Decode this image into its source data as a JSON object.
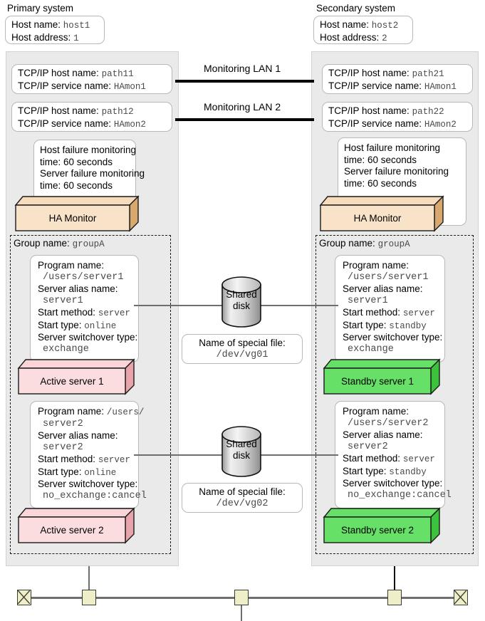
{
  "diagram": {
    "title": "HA Monitor cluster configuration diagram",
    "colors": {
      "panel_bg": "#eaeaea",
      "ha_monitor_fill": "#f6dcbd",
      "ha_monitor_side": "#d9a86f",
      "active_server_fill": "#f9d5d8",
      "active_server_side": "#e8a3ab",
      "standby_server_fill": "#66e066",
      "standby_server_side": "#3cc23c",
      "bus_tap_fill": "#eeeec8",
      "line": "#6e6e6e",
      "lan_line": "#000000"
    }
  },
  "primary": {
    "title": "Primary system",
    "host": {
      "name_label": "Host name:",
      "name_value": "host1",
      "address_label": "Host address:",
      "address_value": "1"
    },
    "paths": [
      {
        "host_label": "TCP/IP host name:",
        "host_value": "path11",
        "service_label": "TCP/IP service name:",
        "service_value": "HAmon1"
      },
      {
        "host_label": "TCP/IP host name:",
        "host_value": "path12",
        "service_label": "TCP/IP service name:",
        "service_value": "HAmon2"
      }
    ],
    "monitor": {
      "host_failure_line1": "Host failure monitoring",
      "host_failure_line2": "time: 60 seconds",
      "server_failure_line1": "Server failure monitoring",
      "server_failure_line2": "time: 60 seconds",
      "block_label": "HA Monitor"
    },
    "group": {
      "group_label": "Group name:",
      "group_value": "groupA",
      "servers": [
        {
          "program_label": "Program name:",
          "program_value": "/users/server1",
          "program_inline": false,
          "alias_label": "Server alias name:",
          "alias_value": "server1",
          "method_label": "Start method:",
          "method_value": "server",
          "type_label": "Start type:",
          "type_value": "online",
          "switchover_label": "Server switchover type:",
          "switchover_value": "exchange",
          "block_label": "Active server 1"
        },
        {
          "program_label": "Program name:",
          "program_value": "/users/",
          "program_value2": "server2",
          "program_inline": true,
          "alias_label": "Server alias name:",
          "alias_value": "server2",
          "method_label": "Start method:",
          "method_value": "server",
          "type_label": "Start type:",
          "type_value": "online",
          "switchover_label": "Server switchover type:",
          "switchover_value": "no_exchange:cancel",
          "block_label": "Active server 2"
        }
      ]
    }
  },
  "secondary": {
    "title": "Secondary system",
    "host": {
      "name_label": "Host name:",
      "name_value": "host2",
      "address_label": "Host address:",
      "address_value": "2"
    },
    "paths": [
      {
        "host_label": "TCP/IP host name:",
        "host_value": "path21",
        "service_label": "TCP/IP service name:",
        "service_value": "HAmon1"
      },
      {
        "host_label": "TCP/IP host name:",
        "host_value": "path22",
        "service_label": "TCP/IP service name:",
        "service_value": "HAmon2"
      }
    ],
    "monitor": {
      "host_failure_line1": "Host failure monitoring",
      "host_failure_line2": "time: 60 seconds",
      "server_failure_line1": "Server failure monitoring",
      "server_failure_line2": "time: 60 seconds",
      "block_label": "HA Monitor"
    },
    "group": {
      "group_label": "Group name:",
      "group_value": "groupA",
      "servers": [
        {
          "program_label": "Program name:",
          "program_value": "/users/server1",
          "program_inline": false,
          "alias_label": "Server alias name:",
          "alias_value": "server1",
          "method_label": "Start method:",
          "method_value": "server",
          "type_label": "Start type:",
          "type_value": "standby",
          "switchover_label": "Server switchover type:",
          "switchover_value": "exchange",
          "block_label": "Standby server 1"
        },
        {
          "program_label": "Program name:",
          "program_value": "/users/server2",
          "program_inline": false,
          "alias_label": "Server alias name:",
          "alias_value": "server2",
          "method_label": "Start method:",
          "method_value": "server",
          "type_label": "Start type:",
          "type_value": "standby",
          "switchover_label": "Server switchover type:",
          "switchover_value": "no_exchange:cancel",
          "block_label": "Standby server 2"
        }
      ]
    }
  },
  "monitoring_lans": [
    {
      "label": "Monitoring LAN 1"
    },
    {
      "label": "Monitoring LAN 2"
    }
  ],
  "shared_disks": [
    {
      "disk_line1": "Shared",
      "disk_line2": "disk",
      "special_file_label": "Name of special file:",
      "special_file_value": "/dev/vg01"
    },
    {
      "disk_line1": "Shared",
      "disk_line2": "disk",
      "special_file_label": "Name of special file:",
      "special_file_value": "/dev/vg02"
    }
  ]
}
